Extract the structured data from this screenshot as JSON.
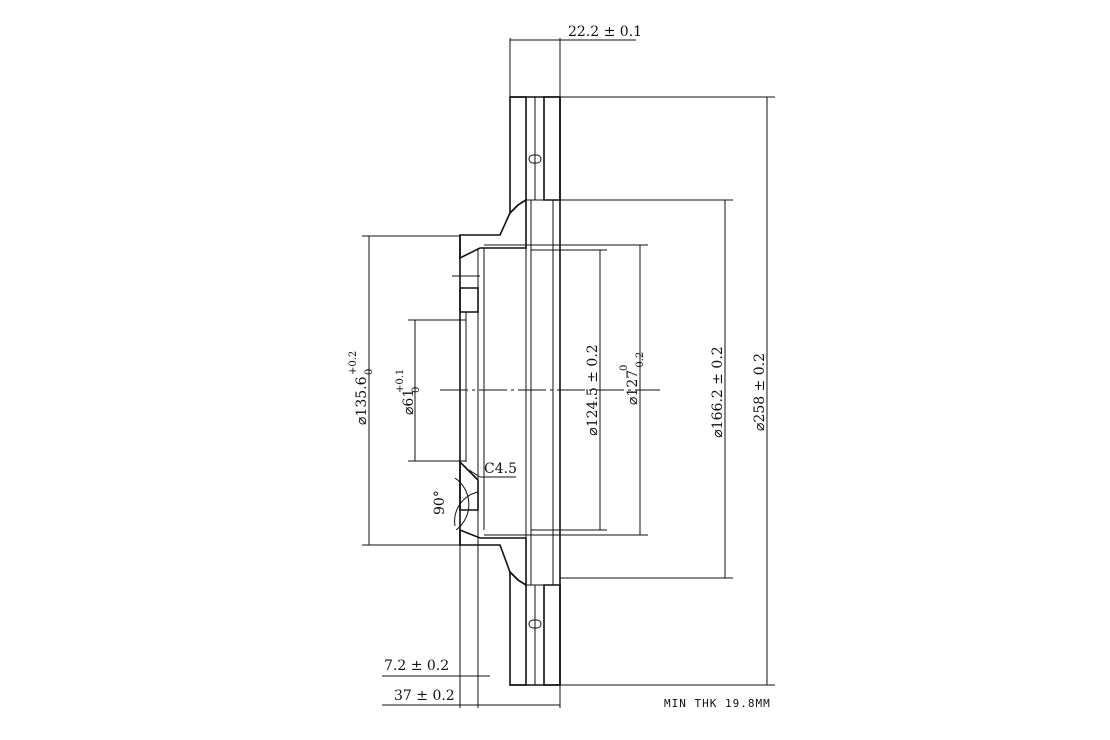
{
  "dims": {
    "width_top": "22.2 ± 0.1",
    "d135": {
      "base": "⌀135.6",
      "sup": "+0.2",
      "sub": "0"
    },
    "d61": {
      "base": "⌀61",
      "sup": "+0.1",
      "sub": "0"
    },
    "chamfer": "C4.5",
    "angle": "90°",
    "d124": "⌀124.5 ± 0.2",
    "d127": {
      "base": "⌀127",
      "sup": "0",
      "sub": "-0.2"
    },
    "d166": "⌀166.2 ± 0.2",
    "d258": "⌀258 ± 0.2",
    "offset_72": "7.2 ± 0.2",
    "height_37": "37 ± 0.2"
  },
  "notes": {
    "min_thk": "MIN THK 19.8MM"
  },
  "colors": {
    "line": "#111111",
    "background": "#ffffff"
  }
}
